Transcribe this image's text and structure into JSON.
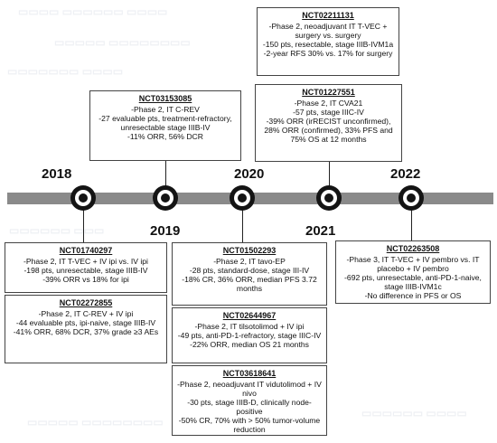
{
  "timeline": {
    "years": [
      {
        "label": "2018"
      },
      {
        "label": "2019"
      },
      {
        "label": "2020"
      },
      {
        "label": "2021"
      },
      {
        "label": "2022"
      }
    ]
  },
  "trials": [
    {
      "id": "NCT02211131",
      "lines": [
        "-Phase 2, neoadjuvant IT T-VEC + surgery vs. surgery",
        "-150 pts, resectable, stage IIIB-IVM1a",
        "-2-year RFS 30% vs. 17% for surgery"
      ]
    },
    {
      "id": "NCT03153085",
      "lines": [
        "-Phase 2, IT C-REV",
        "-27 evaluable pts, treatment-refractory, unresectable stage IIIB-IV",
        "-11% ORR, 56% DCR"
      ]
    },
    {
      "id": "NCT01227551",
      "lines": [
        "-Phase 2, IT CVA21",
        "-57 pts, stage IIIC-IV",
        "-39% ORR (irRECIST unconfirmed), 28% ORR (confirmed), 33% PFS and 75% OS at 12 months"
      ]
    },
    {
      "id": "NCT01740297",
      "lines": [
        "-Phase 2, IT T-VEC + IV ipi vs. IV ipi",
        "-198 pts, unresectable, stage IIIB-IV",
        "-39% ORR vs 18% for ipi"
      ]
    },
    {
      "id": "NCT02272855",
      "lines": [
        "-Phase 2, IT C-REV + IV ipi",
        "-44 evaluable pts, ipi-naive, stage IIIB-IV",
        "-41% ORR, 68% DCR, 37% grade ≥3 AEs"
      ]
    },
    {
      "id": "NCT01502293",
      "lines": [
        "-Phase 2, IT tavo-EP",
        "-28 pts, standard-dose, stage III-IV",
        "-18% CR, 36% ORR, median PFS 3.72 months"
      ]
    },
    {
      "id": "NCT02644967",
      "lines": [
        "-Phase 2, IT tilsotolimod + IV ipi",
        "-49 pts, anti-PD-1-refractory, stage IIIC-IV",
        "-22% ORR, median OS 21 months"
      ]
    },
    {
      "id": "NCT03618641",
      "lines": [
        "-Phase 2, neoadjuvant IT vidutolimod + IV nivo",
        "-30 pts, stage IIIB-D, clinically node-positive",
        "-50% CR, 70% with > 50% tumor-volume reduction"
      ]
    },
    {
      "id": "NCT02263508",
      "lines": [
        "-Phase 3, IT T-VEC + IV pembro vs. IT placebo + IV pembro",
        "-692 pts, unresectable, anti-PD-1-naive, stage IIIB-IVM1c",
        "-No difference in PFS or OS"
      ]
    }
  ]
}
